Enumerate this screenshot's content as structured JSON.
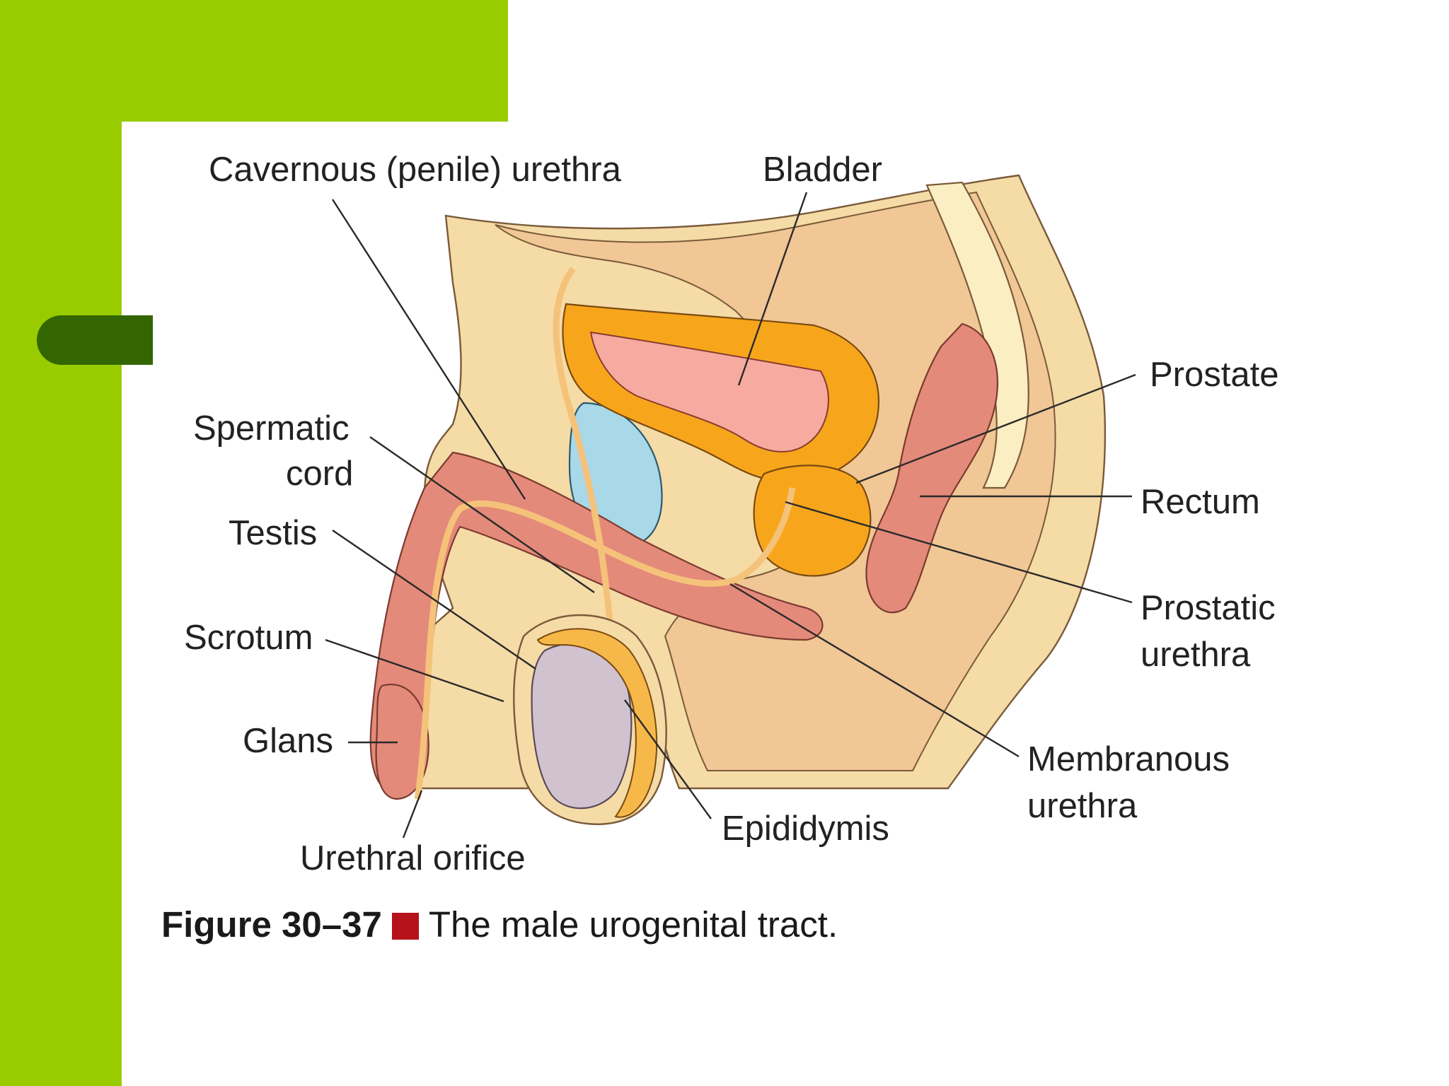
{
  "colors": {
    "accent": "#99cc00",
    "tab": "#336600",
    "caption_square": "#b5121b"
  },
  "labels": {
    "cavernous_urethra": "Cavernous (penile) urethra",
    "bladder": "Bladder",
    "prostate": "Prostate",
    "spermatic_cord_1": "Spermatic",
    "spermatic_cord_2": "cord",
    "rectum": "Rectum",
    "testis": "Testis",
    "prostatic_urethra_1": "Prostatic",
    "prostatic_urethra_2": "urethra",
    "scrotum": "Scrotum",
    "glans": "Glans",
    "membranous_urethra_1": "Membranous",
    "membranous_urethra_2": "urethra",
    "epididymis": "Epididymis",
    "urethral_orifice": "Urethral orifice"
  },
  "caption": {
    "number": "Figure 30–37",
    "text": "The male urogenital tract."
  }
}
